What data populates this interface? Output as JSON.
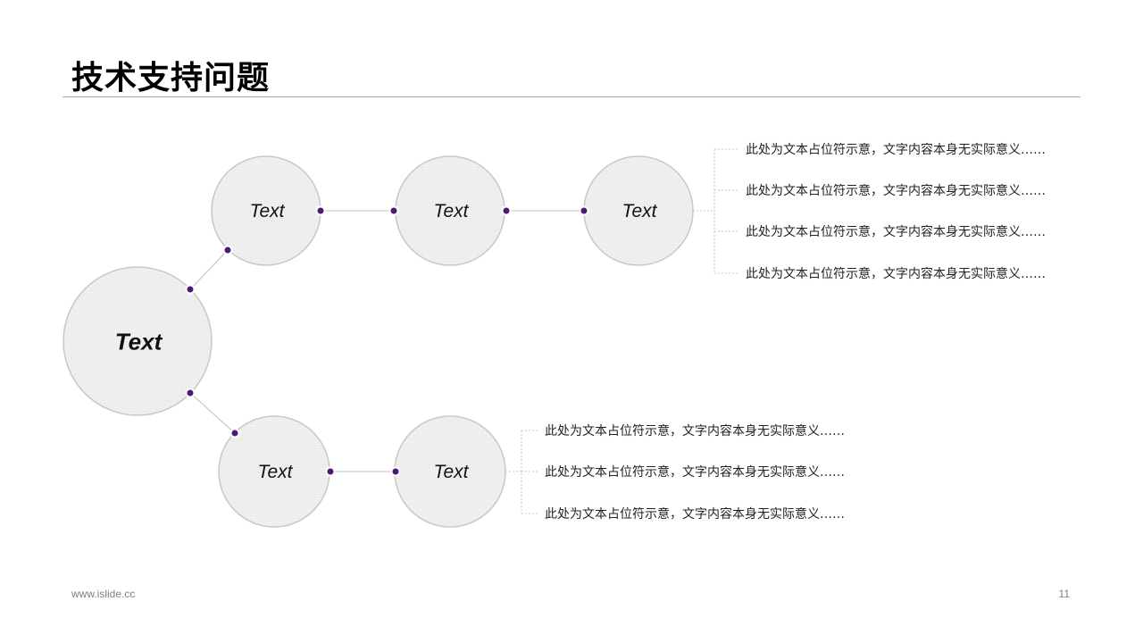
{
  "title": "技术支持问题",
  "colors": {
    "accent": "#4b1a78",
    "circle_fill": "#efefef",
    "circle_stroke": "#c8c8c8",
    "line": "#bfbfbf"
  },
  "nodes": {
    "root": "Text",
    "upper": [
      "Text",
      "Text",
      "Text"
    ],
    "lower": [
      "Text",
      "Text"
    ]
  },
  "upper_descriptions": [
    "此处为文本占位符示意，文字内容本身无实际意义……",
    "此处为文本占位符示意，文字内容本身无实际意义……",
    "此处为文本占位符示意，文字内容本身无实际意义……",
    "此处为文本占位符示意，文字内容本身无实际意义……"
  ],
  "lower_descriptions": [
    "此处为文本占位符示意，文字内容本身无实际意义……",
    "此处为文本占位符示意，文字内容本身无实际意义……",
    "此处为文本占位符示意，文字内容本身无实际意义……"
  ],
  "footer": {
    "url": "www.islide.cc",
    "page": "11"
  }
}
